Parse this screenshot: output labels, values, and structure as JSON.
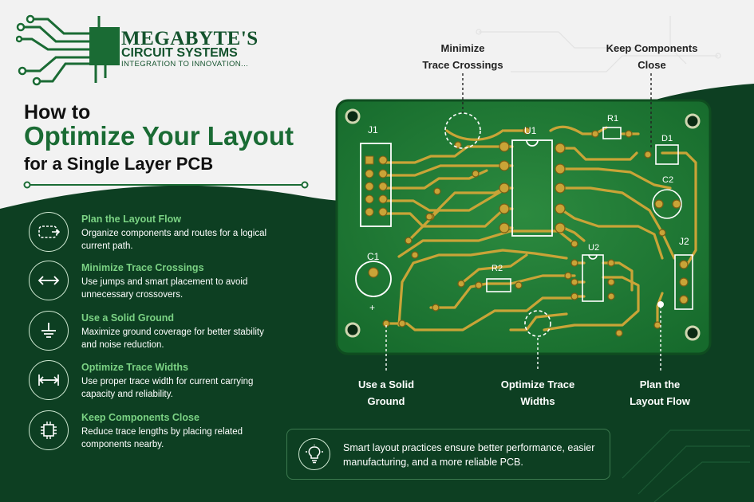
{
  "brand": {
    "name": "MEGABYTE'S",
    "name2": "CIRCUIT SYSTEMS",
    "tagline": "INTEGRATION TO INNOVATION..."
  },
  "title": {
    "line1": "How to",
    "line2": "Optimize Your Layout",
    "line3": "for a Single Layer PCB"
  },
  "steps": [
    {
      "icon": "flow-icon",
      "title": "Plan the Layout Flow",
      "desc": "Organize components and routes for a logical current path."
    },
    {
      "icon": "double-arrow-icon",
      "title": "Minimize Trace Crossings",
      "desc": "Use jumps and smart placement to avoid unnecessary crossovers."
    },
    {
      "icon": "ground-icon",
      "title": "Use a Solid Ground",
      "desc": "Maximize ground coverage for better stability and noise reduction."
    },
    {
      "icon": "trace-width-icon",
      "title": "Optimize Trace Widths",
      "desc": "Use proper trace width for current carrying capacity and reliability."
    },
    {
      "icon": "chip-icon",
      "title": "Keep Components Close",
      "desc": "Reduce trace lengths by placing related components nearby."
    }
  ],
  "callouts": {
    "crossings": [
      "Minimize",
      "Trace Crossings"
    ],
    "close": [
      "Keep Components",
      "Close"
    ],
    "ground": [
      "Use a Solid",
      "Ground"
    ],
    "widths": [
      "Optimize Trace",
      "Widths"
    ],
    "flow": [
      "Plan the",
      "Layout Flow"
    ]
  },
  "pcb_labels": {
    "j1": "J1",
    "u1": "U1",
    "r1": "R1",
    "d1": "D1",
    "c2": "C2",
    "c1": "C1",
    "r2": "R2",
    "u2": "U2",
    "j2": "J2",
    "plus": "+"
  },
  "note": {
    "icon": "lightbulb-icon",
    "text": "Smart layout practices ensure better performance, easier manufacturing, and a more reliable PCB."
  },
  "colors": {
    "dark_green": "#0d3f22",
    "accent_green": "#1a6b34",
    "light_green": "#7bd384",
    "trace_gold": "#c9a437",
    "board_green": "#1f7a35"
  }
}
